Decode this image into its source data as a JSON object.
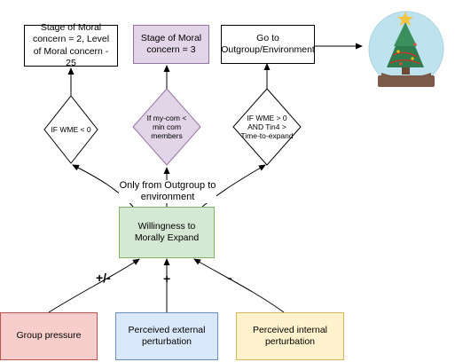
{
  "boxes": {
    "stage_25": "Stage of Moral concern = 2, Level of Moral concern - 25",
    "stage_3": "Stage of Moral concern = 3",
    "go_outgroup": "Go to Outgroup/Environment",
    "willingness": "Willingness to Morally Expand",
    "group_pressure": "Group pressure",
    "external_perturbation": "Perceived external perturbation",
    "internal_perturbation": "Perceived internal perturbation"
  },
  "decisions": {
    "wme_lt_0": "IF WME < 0",
    "my_com": "If my-com < min com members",
    "tin4": "IF WME > 0 AND Tin4 > Time-to-expand"
  },
  "labels": {
    "only_from_outgroup": "Only from Outgroup to environment",
    "plus_minus": "+/-",
    "plus": "+",
    "minus": "-"
  },
  "icon": "christmas-tree-snow-globe-icon",
  "colors": {
    "green_fill": "#d5e8d4",
    "green_stroke": "#82b366",
    "purple_fill": "#e1d5e7",
    "purple_stroke": "#9673a6",
    "red_fill": "#f8cecc",
    "red_stroke": "#b85450",
    "blue_fill": "#dae8fc",
    "blue_stroke": "#6c8ebf",
    "yellow_fill": "#fff2cc",
    "yellow_stroke": "#d6b656"
  }
}
